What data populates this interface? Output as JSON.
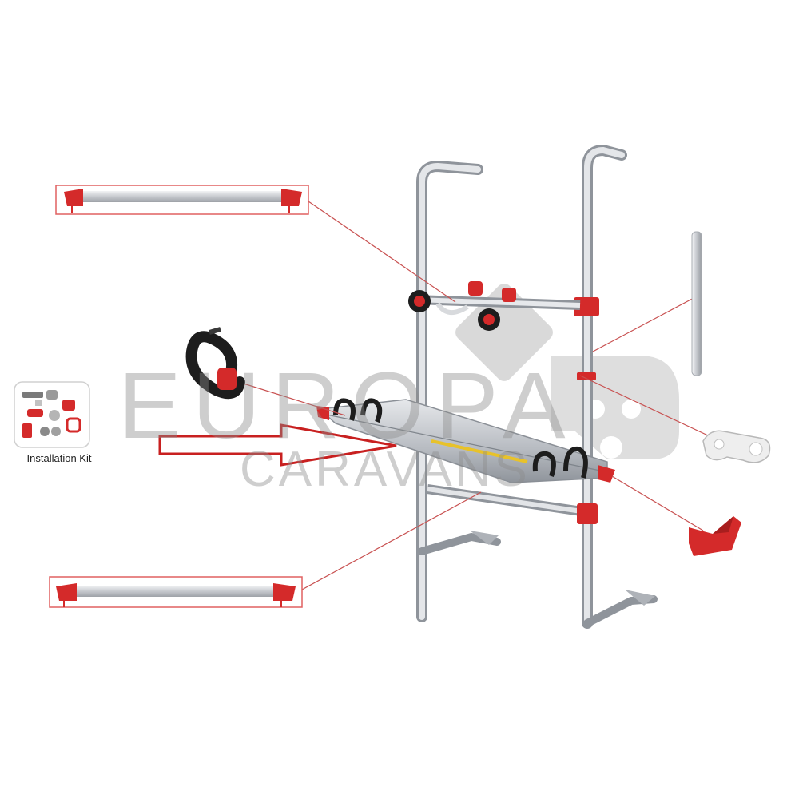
{
  "diagram": {
    "installation_kit_label": "Installation Kit",
    "watermark": {
      "line1": "EUROPA",
      "line2": "CARAVANS"
    },
    "colors": {
      "accent_red": "#d42a2a",
      "aluminium": "#c9ccd0",
      "strap": "#1d1d1d",
      "leader_line": "#c85050",
      "watermark": "#8c8c8c"
    },
    "parts": [
      "top-rail",
      "bottom-rail",
      "wheel-strap",
      "installation-kit",
      "spacer-tube",
      "white-clamp",
      "red-wheel-holder",
      "ladder-frame",
      "wheel-tray",
      "frame-holder-arm"
    ]
  }
}
